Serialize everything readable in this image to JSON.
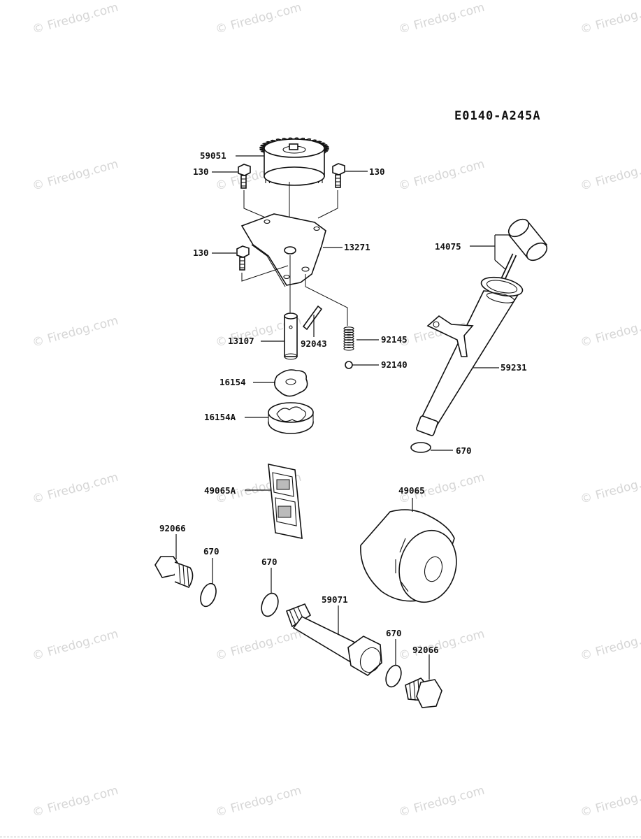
{
  "diagram": {
    "code": "E0140-A245A",
    "watermark": "© Firedog.com",
    "labels": {
      "p59051": "59051",
      "p130a": "130",
      "p130b": "130",
      "p130c": "130",
      "p13271": "13271",
      "p13107": "13107",
      "p92043": "92043",
      "p92145": "92145",
      "p92140": "92140",
      "p16154": "16154",
      "p16154A": "16154A",
      "p14075": "14075",
      "p59231": "59231",
      "p670a": "670",
      "p49065A": "49065A",
      "p49065": "49065",
      "p92066a": "92066",
      "p670b": "670",
      "p670c": "670",
      "p59071": "59071",
      "p670d": "670",
      "p92066b": "92066"
    }
  }
}
